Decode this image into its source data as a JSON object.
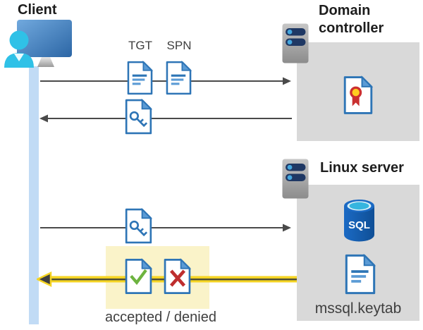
{
  "client": {
    "label": "Client"
  },
  "domain_controller": {
    "label": "Domain controller"
  },
  "linux_server": {
    "label": "Linux server",
    "sql_label": "SQL",
    "keytab_label": "mssql.keytab"
  },
  "messages": {
    "tgt_label": "TGT",
    "spn_label": "SPN",
    "result_label": "accepted / denied"
  },
  "colors": {
    "lifeline_blue": "#C1DBF5",
    "actor_box_gray": "#D9D9D9",
    "highlight_yellow": "#FAF3C9",
    "arrow_gray": "#4A4A4A",
    "arrow_yellow": "#F5D423",
    "document_blue": "#2E75B6",
    "document_fill_blue": "#5B9BD5",
    "client_cyan": "#2FC1E7",
    "server_pill_navy": "#1F3864",
    "sql_cyan": "#35B5DF",
    "check_green": "#6DB33F",
    "deny_red": "#BE2E2E",
    "certificate_red": "#CC2F2F",
    "certificate_yellow": "#FFCE1F"
  }
}
